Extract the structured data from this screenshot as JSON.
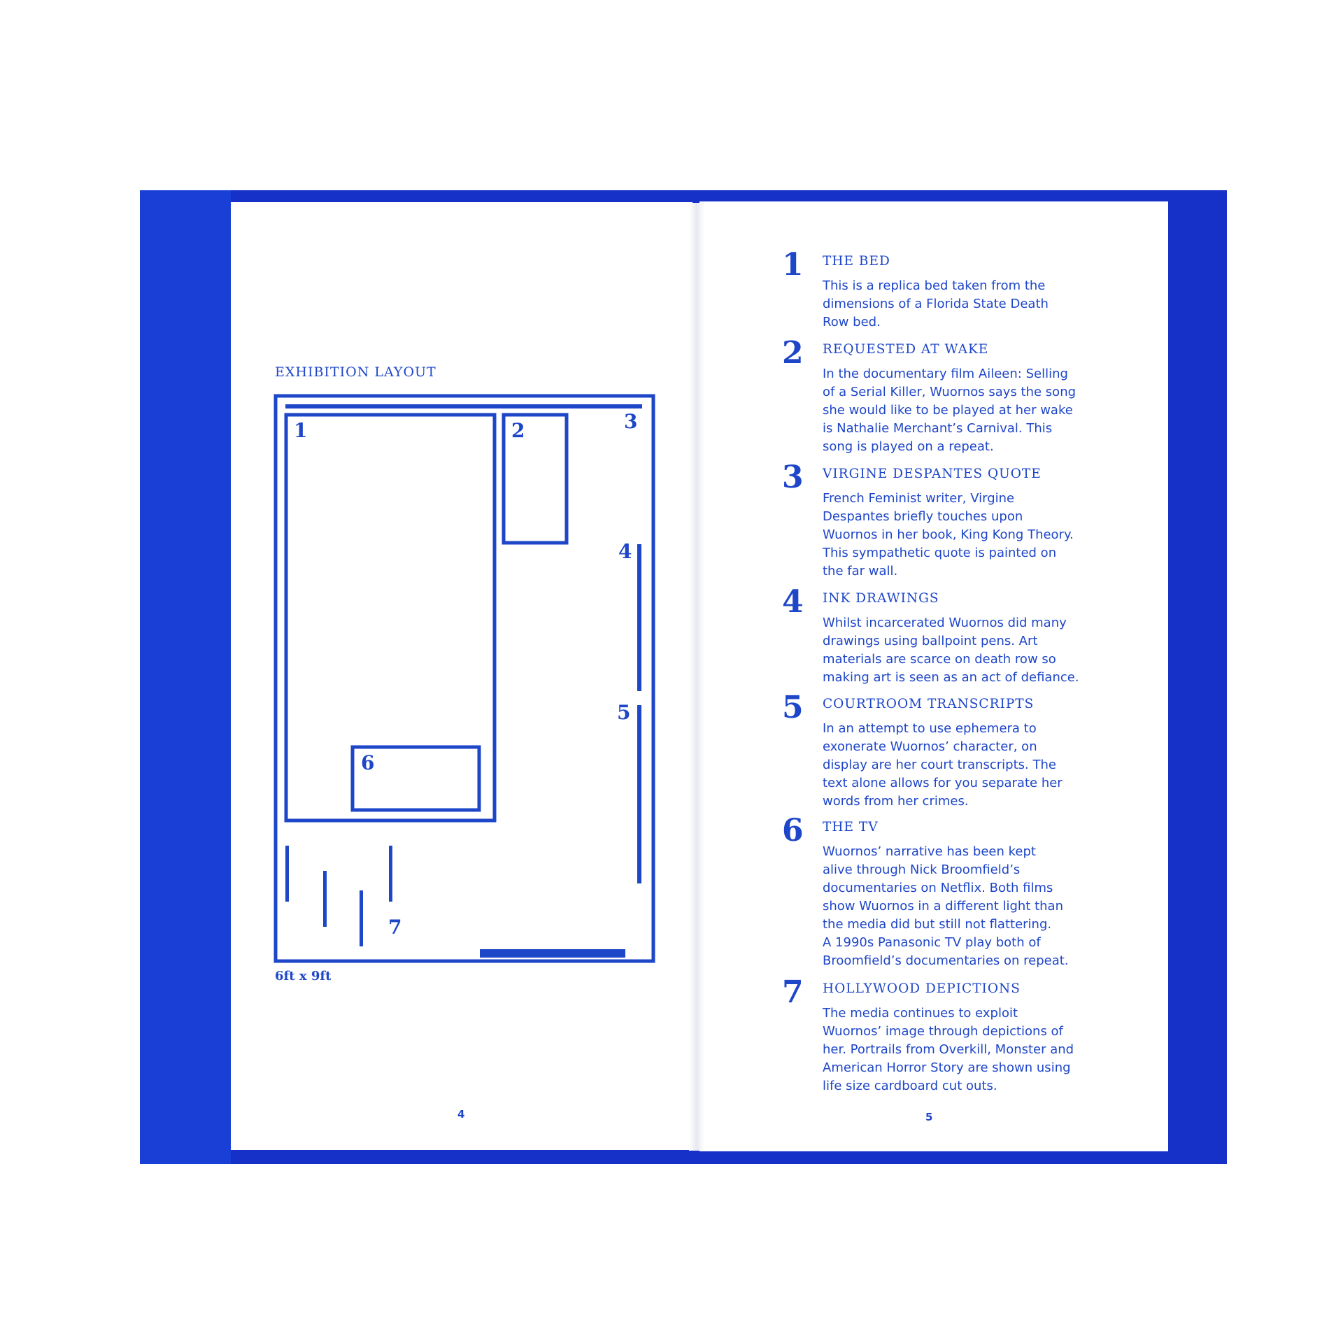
{
  "left_page": {
    "heading": "EXHIBITION LAYOUT",
    "floorplan_labels": [
      "1",
      "2",
      "3",
      "4",
      "5",
      "6",
      "7"
    ],
    "dimensions": "6ft x 9ft",
    "page_number": "4"
  },
  "right_page": {
    "page_number": "5",
    "entries": [
      {
        "number": "1",
        "title": "THE BED",
        "lines": [
          "This is a replica bed taken from the",
          "dimensions of a Florida State Death",
          "Row bed."
        ]
      },
      {
        "number": "2",
        "title": "REQUESTED AT WAKE",
        "lines": [
          "In the documentary film Aileen: Selling",
          "of a Serial Killer, Wuornos says the song",
          "she would like to be played at her wake",
          "is Nathalie Merchant’s Carnival. This",
          "song is played on a repeat."
        ]
      },
      {
        "number": "3",
        "title": "VIRGINE DESPANTES QUOTE",
        "lines": [
          "French Feminist writer, Virgine",
          "Despantes briefly touches upon",
          "Wuornos in her book, King Kong Theory.",
          "This sympathetic quote is painted on",
          "the far wall."
        ]
      },
      {
        "number": "4",
        "title": "INK DRAWINGS",
        "lines": [
          "Whilst incarcerated Wuornos did many",
          "drawings using ballpoint pens. Art",
          "materials are scarce on death row so",
          "making art is seen as an act of defiance."
        ]
      },
      {
        "number": "5",
        "title": "COURTROOM TRANSCRIPTS",
        "lines": [
          "In an attempt to use ephemera to",
          "exonerate Wuornos’ character, on",
          "display are her court transcripts. The",
          "text alone allows for you separate her",
          "words from her crimes."
        ]
      },
      {
        "number": "6",
        "title": "THE TV",
        "lines": [
          "Wuornos’ narrative has been kept",
          "alive through Nick Broomfield’s",
          "documentaries on Netflix. Both films",
          "show Wuornos in a different light than",
          "the media did but still not flattering.",
          "A 1990s Panasonic  TV play both of",
          "Broomfield’s documentaries on repeat."
        ]
      },
      {
        "number": "7",
        "title": "HOLLYWOOD DEPICTIONS",
        "lines": [
          "The media continues to exploit",
          "Wuornos’ image through depictions of",
          "her. Portrails from Overkill, Monster and",
          "American Horror Story are shown using",
          "life size cardboard cut outs."
        ]
      }
    ]
  },
  "colors": {
    "cover_blue": "#1531c8",
    "ink_blue": "#1e46c8",
    "paper": "#ffffff"
  }
}
